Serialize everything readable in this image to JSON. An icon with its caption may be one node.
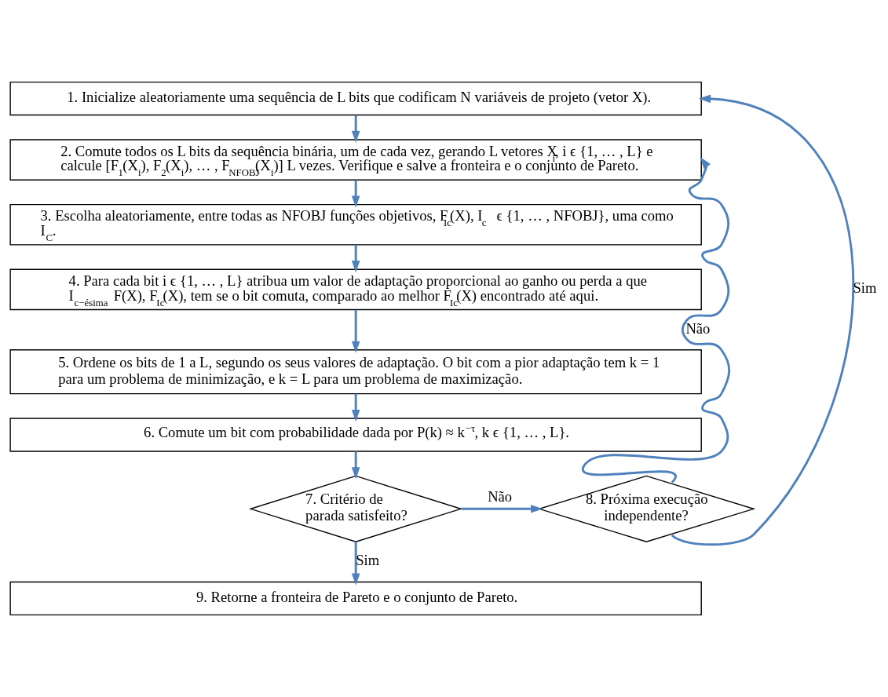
{
  "diagram": {
    "nodes": [
      {
        "text": [
          "1. Inicialize aleatoriamente uma sequência de L bits que codificam N variáveis de projeto (vetor X)."
        ]
      },
      {
        "text": [
          "2. Comute todos os L bits da sequência binária, um de cada vez, gerando L vetores X$_{i}$, i ϵ {1, … , L} e calcule [F$_{1}$(X$_{i}$), F$_{2}$(X$_{i}$), … , F$_{NFOBJ}$(X$_{i}$)] L vezes. Verifique e salve a fronteira e o conjunto de Pareto."
        ]
      },
      {
        "text": [
          "3. Escolha aleatoriamente, entre todas as NFOBJ funções objetivos, F$_{Ic}$(X), I$_{c}$ ϵ {1, … , NFOBJ}, uma como I$_{C}$."
        ]
      },
      {
        "text": [
          "4. Para cada bit i ϵ {1, … , L} atribua um valor de adaptação proporcional ao ganho ou perda a que I$_{c−ésima}$ F(X), F$_{Ic}$(X), tem se o bit comuta, comparado ao melhor F$_{Ic}$(X) encontrado até aqui."
        ]
      },
      {
        "text": [
          "5. Ordene os bits de 1 a L, segundo os seus valores de adaptação. O bit com a pior adaptação tem k = 1 para um problema de minimização, e k = L para um problema de maximização."
        ]
      },
      {
        "text": [
          "6. Comute um bit com probabilidade dada por P(k) ≈ k$^{−τ}$, k ϵ {1, … , L}."
        ]
      },
      {
        "text": [
          "7. Critério de parada satisfeito?"
        ]
      },
      {
        "text": [
          "8. Próxima execução independente?"
        ]
      },
      {
        "text": [
          "9. Retorne a fronteira de Pareto e o conjunto de Pareto."
        ]
      }
    ],
    "edges": [
      {
        "from": 0,
        "to": 1,
        "arrow": "to"
      },
      {
        "from": 1,
        "to": 2,
        "arrow": "to"
      },
      {
        "from": 2,
        "to": 3,
        "arrow": "to"
      },
      {
        "from": 3,
        "to": 4,
        "arrow": "to"
      },
      {
        "from": 4,
        "to": 5,
        "arrow": "to"
      },
      {
        "from": 5,
        "to": 6,
        "arrow": "to"
      },
      {
        "from": 6,
        "to": 7,
        "arrow": "to",
        "label": "Não"
      },
      {
        "from": 6,
        "to": 8,
        "arrow": "to",
        "label": "Sim"
      },
      {
        "from": 7,
        "to": 1,
        "arrow": "to",
        "label": "Não"
      },
      {
        "from": 7,
        "to": 0,
        "arrow": "to",
        "label": "Sim"
      }
    ]
  }
}
